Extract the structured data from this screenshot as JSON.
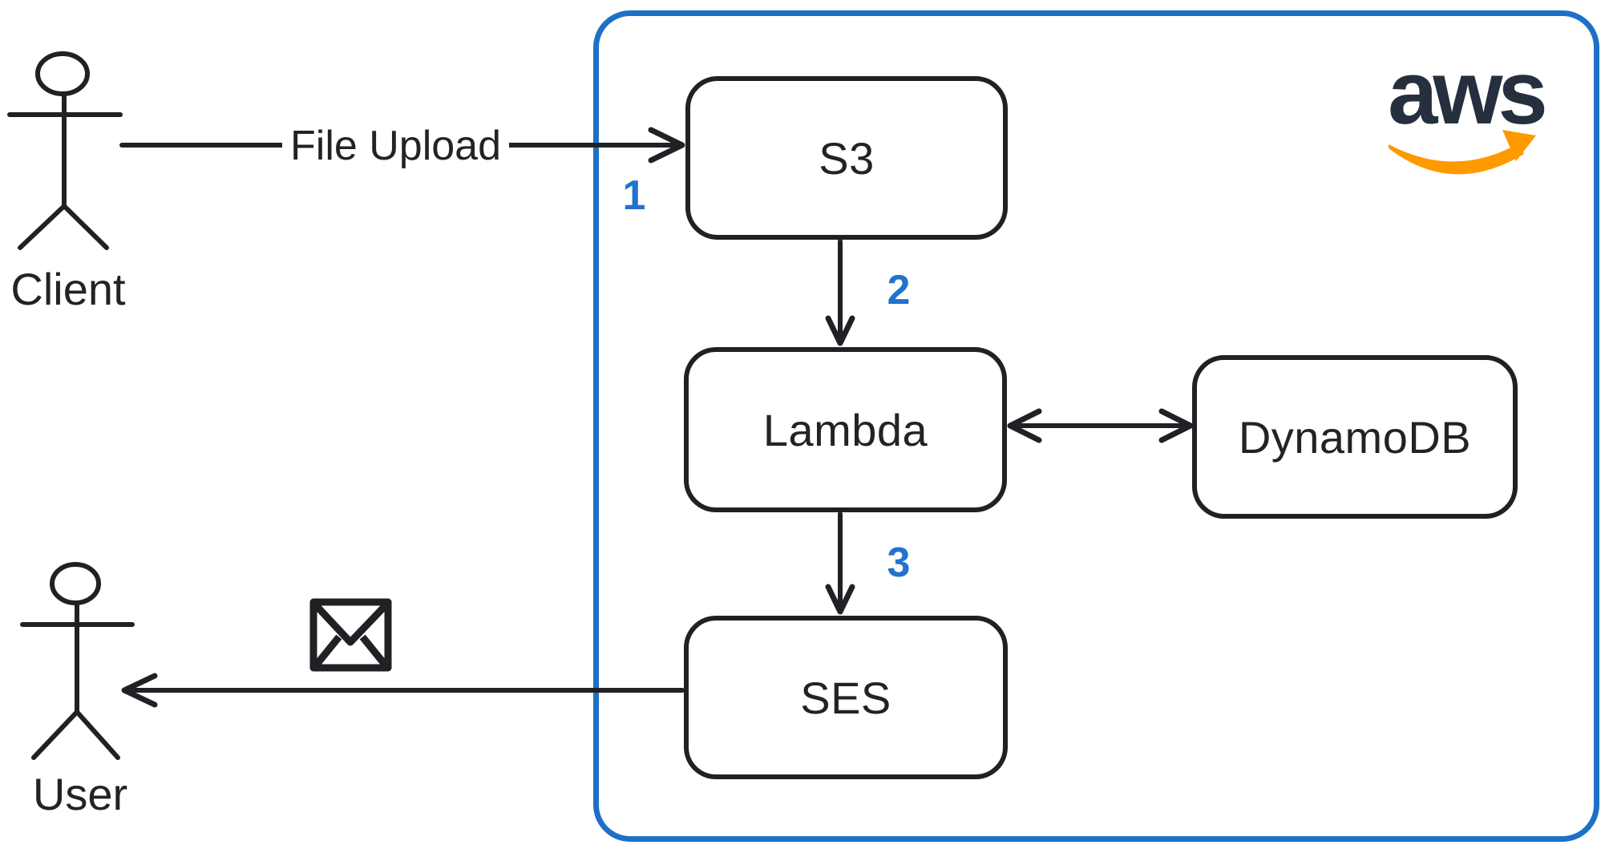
{
  "logo": {
    "text": "aws"
  },
  "actors": {
    "client": "Client",
    "user": "User"
  },
  "nodes": {
    "s3": "S3",
    "lambda": "Lambda",
    "dynamodb": "DynamoDB",
    "ses": "SES"
  },
  "edges": {
    "file_upload": {
      "label": "File Upload",
      "step": "1"
    },
    "s3_to_lambda": {
      "step": "2"
    },
    "lambda_to_dynamodb": {
      "style": "bidirectional"
    },
    "lambda_to_ses": {
      "step": "3"
    },
    "ses_to_user": {
      "icon": "envelope-icon"
    }
  },
  "icons": {
    "envelope": "envelope-icon ✉",
    "aws_smile": "amazon-smile-arrow",
    "client_figure": "stick-figure-icon",
    "user_figure": "stick-figure-icon"
  },
  "colors": {
    "boundary_blue": "#1d70c6",
    "step_number_blue": "#2273cc",
    "line_black": "#1f2125",
    "aws_navy": "#252f3e",
    "aws_orange": "#ff9900"
  }
}
